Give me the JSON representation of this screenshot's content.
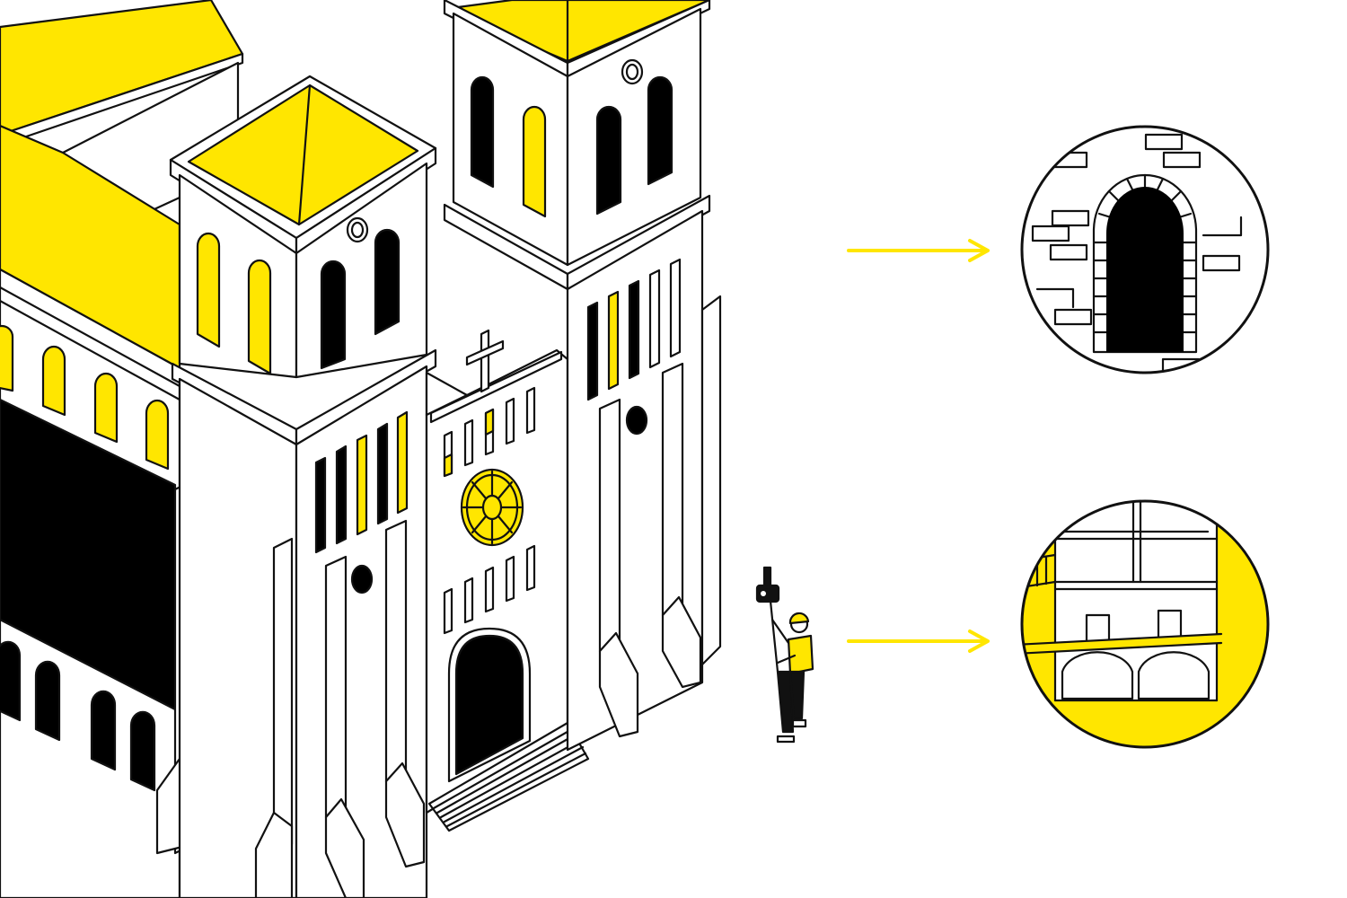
{
  "scene": {
    "description_visible_text": "",
    "colors": {
      "accent": "#FFE600",
      "outline": "#111111",
      "fill": "#FFFFFF",
      "dark": "#000000"
    },
    "icons": [
      "cathedral",
      "cross-icon",
      "rose-window",
      "surveyor-figure",
      "camera-pole",
      "arrow-right-icon",
      "magnifier-circle"
    ]
  }
}
